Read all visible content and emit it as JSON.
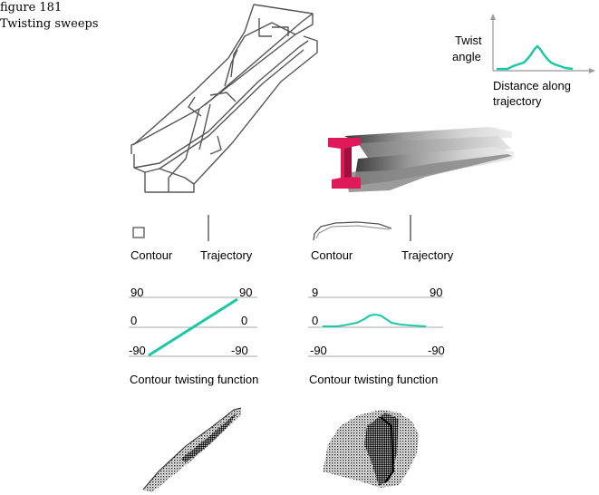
{
  "caption": {
    "figure": "figure 181",
    "title": "Twisting sweeps"
  },
  "twist_graph": {
    "y_label_1": "Twist",
    "y_label_2": "angle",
    "x_label_1": "Distance along",
    "x_label_2": "trajectory",
    "curve_color": "#1ec8a5"
  },
  "left_panel": {
    "contour_label": "Contour",
    "trajectory_label": "Trajectory",
    "graph": {
      "top_left": "90",
      "top_right": "90",
      "mid_left": "0",
      "mid_right": "0",
      "bottom_left": "-90",
      "bottom_right": "-90"
    },
    "function_label": "Contour twisting function"
  },
  "right_panel": {
    "contour_label": "Contour",
    "trajectory_label": "Trajectory",
    "graph": {
      "top_left": "9",
      "top_right": "90",
      "mid_left": "0",
      "bottom_left": "-90",
      "bottom_right": "-90"
    },
    "function_label": "Contour twisting function"
  },
  "colors": {
    "accent": "#1ec8a5",
    "beam_end": "#e0195a",
    "line": "#555555"
  }
}
